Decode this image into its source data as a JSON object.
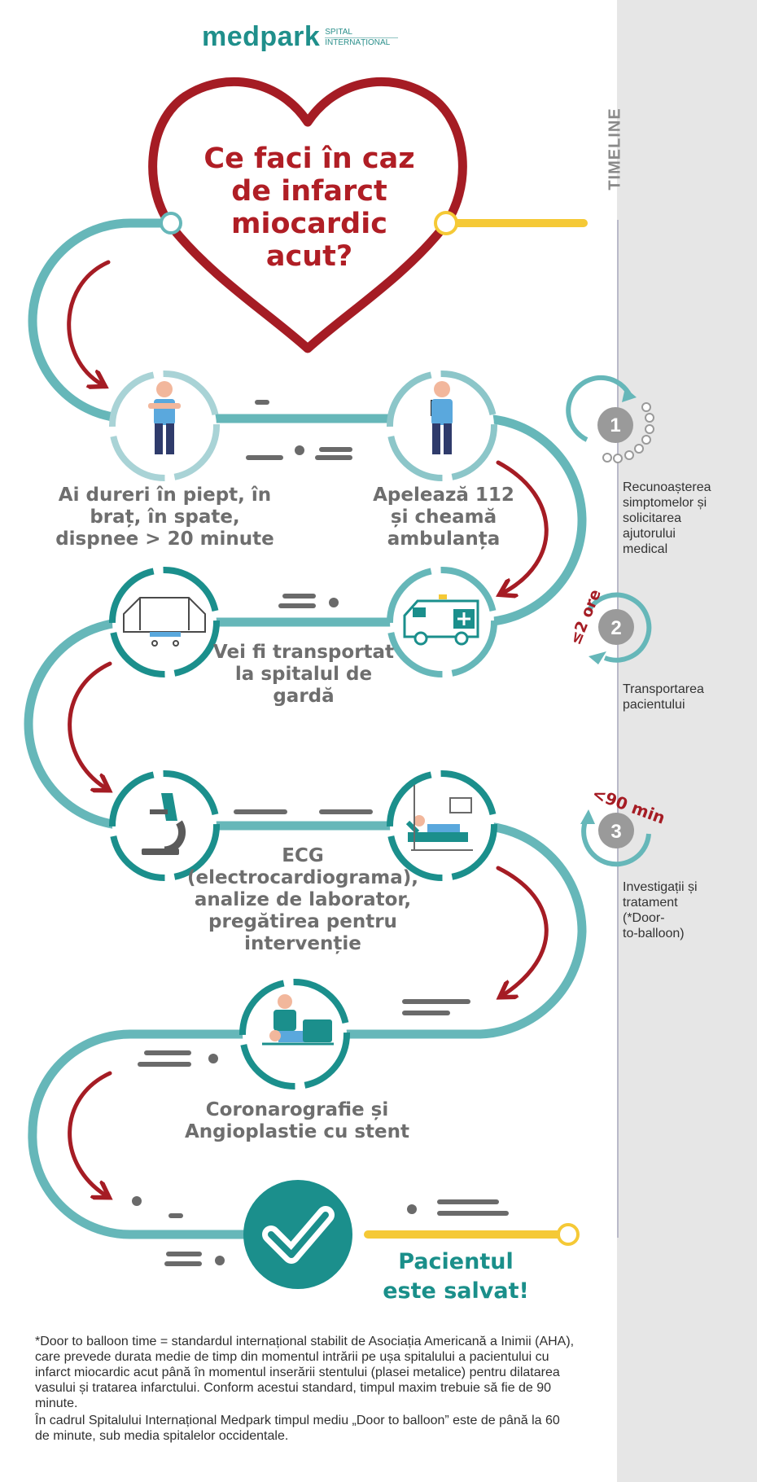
{
  "logo": {
    "main": "medpark",
    "sub1": "SPITAL",
    "sub2": "INTERNAȚIONAL"
  },
  "title": {
    "line1": "Ce faci în caz",
    "line2": "de infarct",
    "line3": "miocardic",
    "line4": "acut?"
  },
  "timeline_label": "TIMELINE",
  "steps": [
    {
      "line1": "Ai dureri în piept, în",
      "line2": "braț, în spate,",
      "line3": "dispnee > 20 minute"
    },
    {
      "line1": "Apelează 112",
      "line2": "și cheamă",
      "line3": "ambulanța"
    },
    {
      "line1": "Vei fi transportat",
      "line2": "la spitalul de",
      "line3": "gardă"
    },
    {
      "line1": "ECG",
      "line2": "(electrocardiograma),",
      "line3": "analize de laborator,",
      "line4": "pregătirea pentru",
      "line5": "intervenție"
    },
    {
      "line1": "Coronarografie și",
      "line2": "Angioplastie cu stent"
    }
  ],
  "final": {
    "line1": "Pacientul",
    "line2": "este salvat!"
  },
  "timeline": [
    {
      "number": "1",
      "tag": "",
      "line1": "Recunoașterea",
      "line2": "simptomelor și",
      "line3": "solicitarea",
      "line4": "ajutorului",
      "line5": "medical"
    },
    {
      "number": "2",
      "tag": "≤2 ore",
      "line1": "Transportarea",
      "line2": "pacientului"
    },
    {
      "number": "3",
      "tag": "<90 min",
      "line1": "Investigații și",
      "line2": "tratament",
      "line3": "(*Door-",
      "line4": "to-balloon)"
    }
  ],
  "footnote": {
    "p1": "*Door to balloon time = standardul internațional stabilit de Asociația Americană a Inimii (AHA), care prevede durata medie de timp din momentul intrării pe ușa spitalului a pacientului cu infarct miocardic acut până în momentul inserării stentului (plasei metalice) pentru dilatarea vasului și tratarea infarctului. Conform acestui standard, timpul maxim trebuie să fie de 90 minute.",
    "p2": "În cadrul Spitalului Internațional Medpark timpul mediu „Door to balloon” este de până la 60 de minute, sub media spitalelor occidentale."
  },
  "colors": {
    "teal": "#62b6b8",
    "dark_teal": "#1b8f8c",
    "red": "#a51c24",
    "yellow": "#f5c936",
    "gray_text": "#6e6e6e",
    "sidebar": "#e6e6e6"
  },
  "icons": [
    "person-chest-pain-icon",
    "person-phone-icon",
    "ambulance-icon",
    "hospital-stretcher-icon",
    "microscope-icon",
    "patient-bed-icon",
    "surgeon-icon",
    "checkmark-icon"
  ]
}
